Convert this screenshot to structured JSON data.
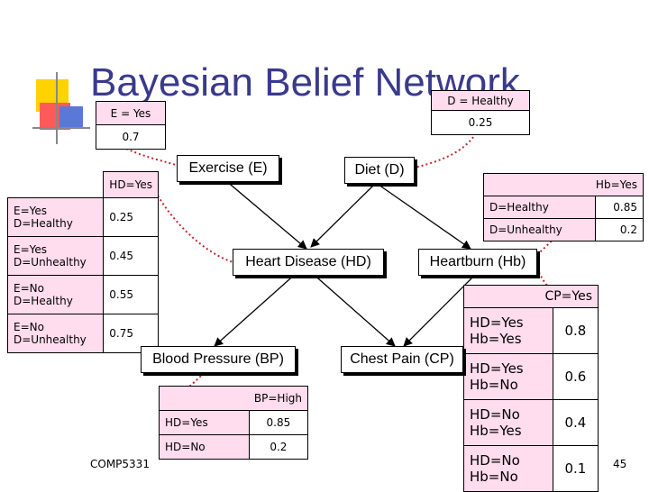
{
  "title": "Bayesian Belief Network",
  "nodes": {
    "exercise": "Exercise (E)",
    "diet": "Diet (D)",
    "heart_disease": "Heart Disease (HD)",
    "heartburn": "Heartburn (Hb)",
    "blood_pressure": "Blood Pressure (BP)",
    "chest_pain": "Chest Pain (CP)"
  },
  "cpt_e": {
    "header": "E = Yes",
    "value": "0.7"
  },
  "cpt_d": {
    "header": "D = Healthy",
    "value": "0.25"
  },
  "cpt_hd": {
    "header": "HD=Yes",
    "rows": [
      {
        "l1": "E=Yes",
        "l2": "D=Healthy",
        "value": "0.25"
      },
      {
        "l1": "E=Yes",
        "l2": "D=Unhealthy",
        "value": "0.45"
      },
      {
        "l1": "E=No",
        "l2": "D=Healthy",
        "value": "0.55"
      },
      {
        "l1": "E=No",
        "l2": "D=Unhealthy",
        "value": "0.75"
      }
    ]
  },
  "cpt_hb": {
    "header": "Hb=Yes",
    "rows": [
      {
        "label": "D=Healthy",
        "value": "0.85"
      },
      {
        "label": "D=Unhealthy",
        "value": "0.2"
      }
    ]
  },
  "cpt_cp": {
    "header": "CP=Yes",
    "rows": [
      {
        "l1": "HD=Yes",
        "l2": "Hb=Yes",
        "value": "0.8"
      },
      {
        "l1": "HD=Yes",
        "l2": "Hb=No",
        "value": "0.6"
      },
      {
        "l1": "HD=No",
        "l2": "Hb=Yes",
        "value": "0.4"
      },
      {
        "l1": "HD=No",
        "l2": "Hb=No",
        "value": "0.1"
      }
    ]
  },
  "cpt_bp": {
    "header": "BP=High",
    "rows": [
      {
        "label": "HD=Yes",
        "value": "0.85"
      },
      {
        "label": "HD=No",
        "value": "0.2"
      }
    ]
  },
  "footer": {
    "course": "COMP5331",
    "page": "45"
  },
  "colors": {
    "title": "#3a3a8c",
    "table_header": "#ffdcee",
    "dotted_link": "#c0272d",
    "deco_yellow": "#ffd200",
    "deco_red": "#ff4040",
    "deco_blue": "#4060d0"
  }
}
